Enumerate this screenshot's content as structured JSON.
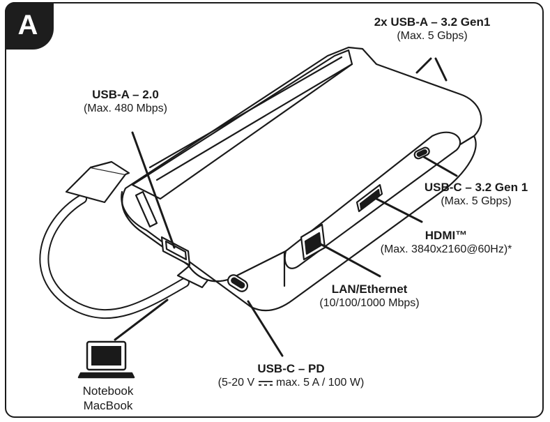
{
  "badge": {
    "letter": "A"
  },
  "ports": {
    "usb_a_32": {
      "title": "2x USB-A – 3.2 Gen1",
      "spec": "(Max. 5 Gbps)"
    },
    "usb_a_20": {
      "title": "USB-A – 2.0",
      "spec": "(Max. 480 Mbps)"
    },
    "usb_c_32": {
      "title": "USB-C – 3.2 Gen 1",
      "spec": "(Max. 5 Gbps)"
    },
    "hdmi": {
      "title": "HDMI™",
      "spec": "(Max. 3840x2160@60Hz)*"
    },
    "lan": {
      "title": "LAN/Ethernet",
      "spec": "(10/100/1000 Mbps)"
    },
    "usb_c_pd": {
      "title": "USB-C – PD",
      "spec_prefix": "(5-20 V",
      "spec_suffix": "max. 5 A / 100 W)"
    }
  },
  "notebook": {
    "line1": "Notebook",
    "line2": "MacBook"
  },
  "colors": {
    "outline": "#1a1a1a",
    "badge": "#1d1d1d",
    "body": "#ffffff"
  }
}
